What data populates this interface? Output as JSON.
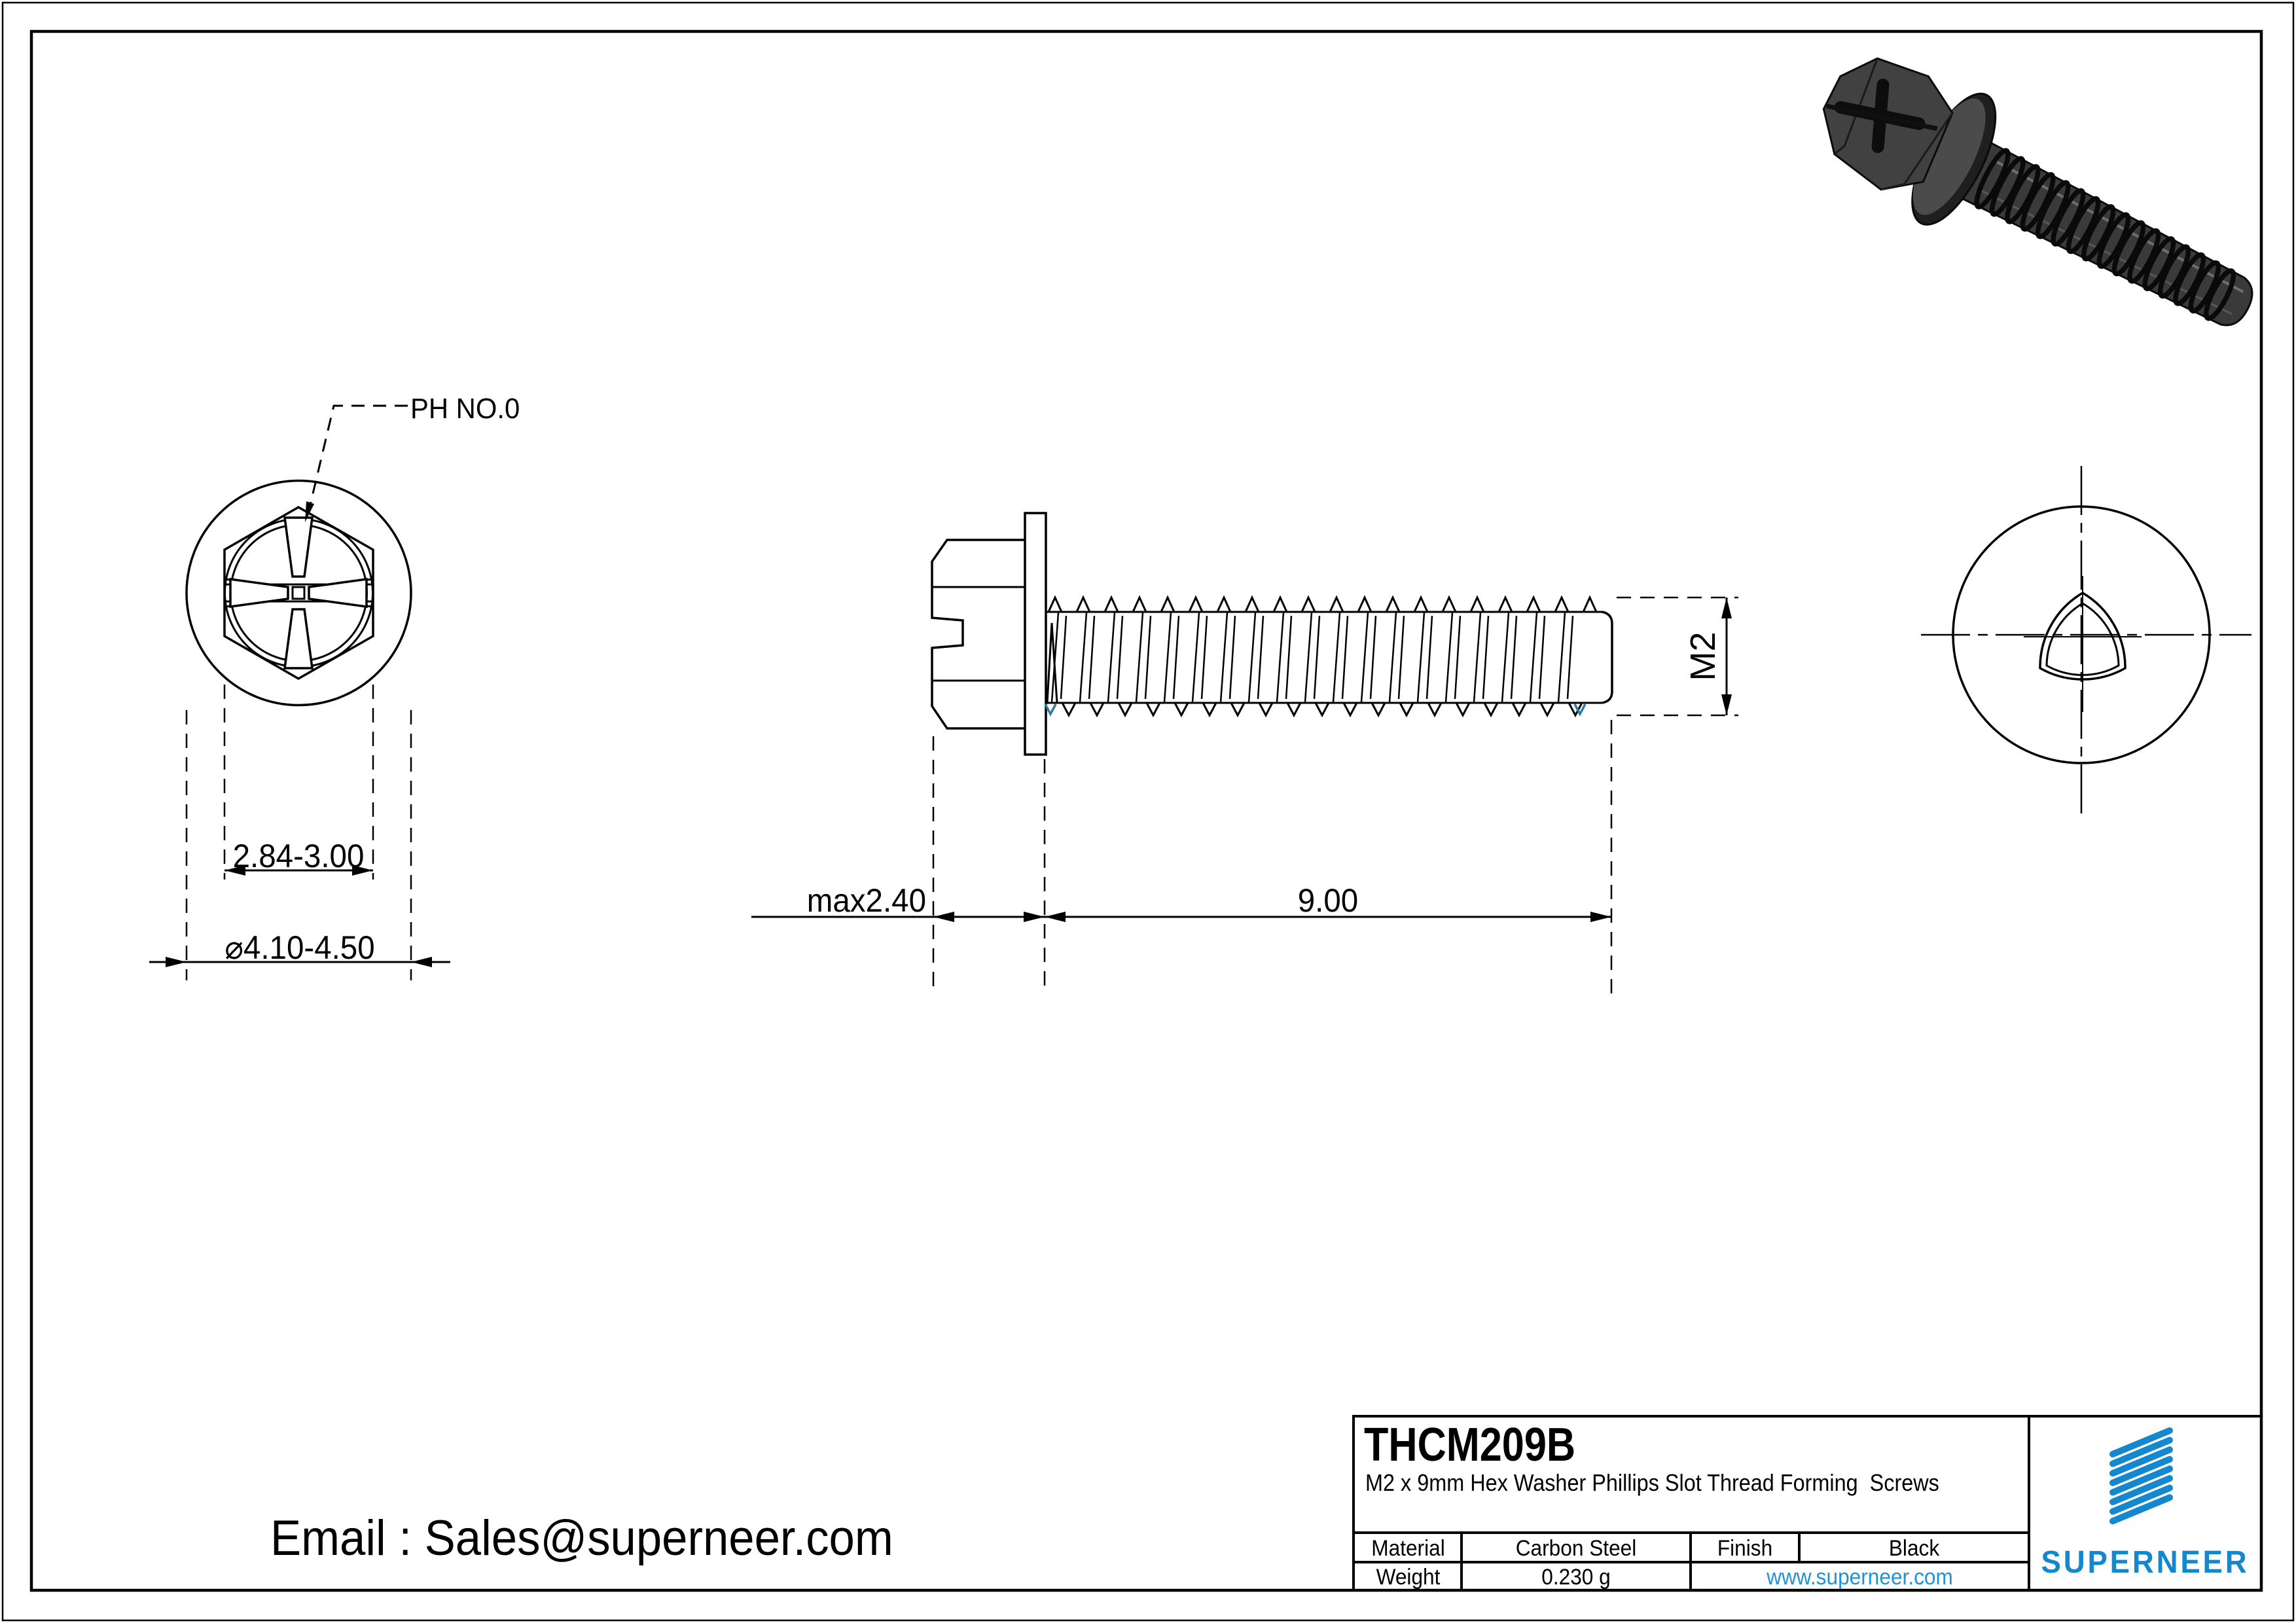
{
  "sheet": {
    "views": {
      "front_view": {
        "drive_label": "PH NO.0",
        "hex_across_flats": "2.84-3.00",
        "washer_diameter": "⌀4.10-4.50"
      },
      "side_view": {
        "head_height": "max2.40",
        "thread_length": "9.00",
        "thread_size": "M2"
      }
    },
    "footer": {
      "email": "Email : Sales@superneer.com"
    },
    "title_block": {
      "part_number": "THCM209B",
      "description": "M2 x 9mm Hex Washer Phillips Slot Thread Forming  Screws",
      "material_label": "Material",
      "material_value": "Carbon Steel",
      "finish_label": "Finish",
      "finish_value": "Black",
      "weight_label": "Weight",
      "weight_value": "0.230 g",
      "website": "www.superneer.com",
      "brand": "SUPERNEER"
    },
    "colors": {
      "accent_blue": "#1587CC",
      "link_blue": "#1E93DB",
      "thread_runout_blue": "#2E7DA8",
      "line_black": "#000000"
    }
  }
}
